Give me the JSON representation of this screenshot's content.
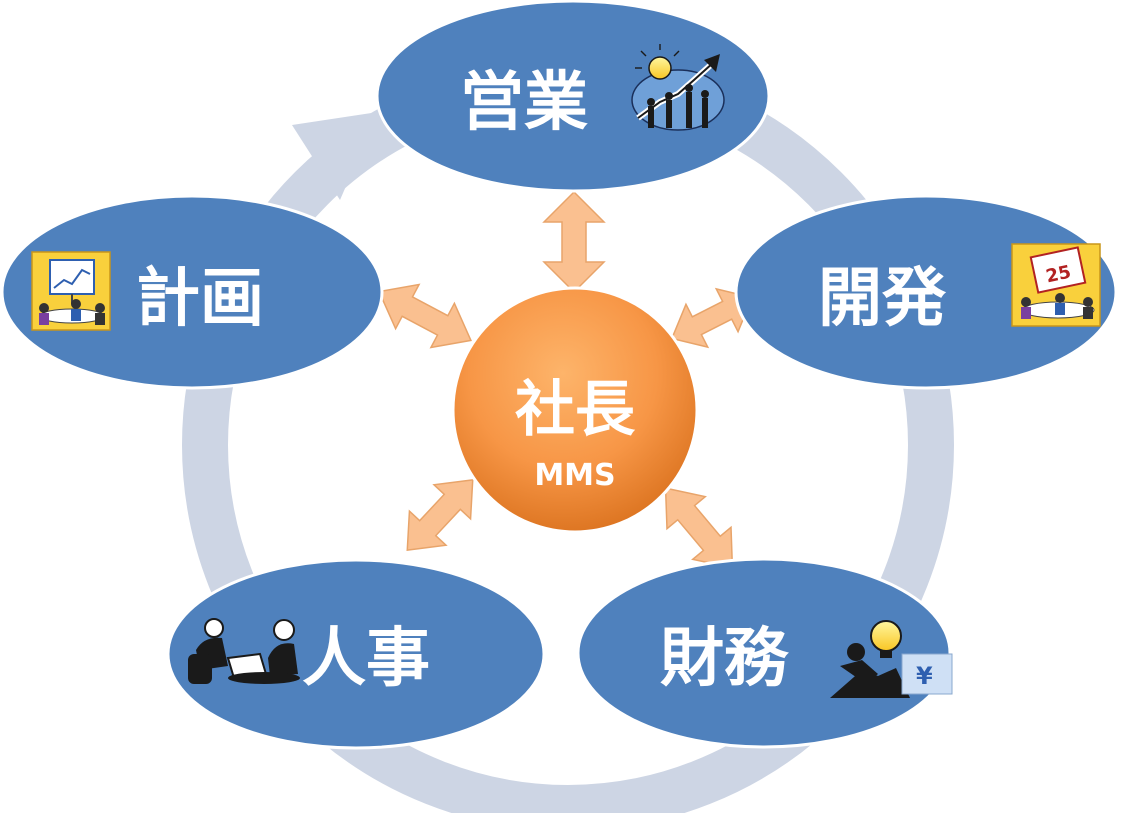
{
  "center": {
    "title": "社長",
    "subtitle": "MMS"
  },
  "nodes": {
    "sales": {
      "label": "営業",
      "icon": "business-growth-icon"
    },
    "development": {
      "label": "開発",
      "icon": "calendar-meeting-icon"
    },
    "finance": {
      "label": "財務",
      "icon": "yen-idea-icon"
    },
    "hr": {
      "label": "人事",
      "icon": "interview-icon"
    },
    "planning": {
      "label": "計画",
      "icon": "presentation-meeting-icon"
    }
  },
  "calendar_day": "25",
  "currency_symbol": "¥",
  "colors": {
    "node_fill": "#4F81BD",
    "center_fill": "#F79646",
    "cycle_ring": "#CDD5E4",
    "arrow_fill": "#FAC090",
    "label_text": "#FFFFFF"
  }
}
